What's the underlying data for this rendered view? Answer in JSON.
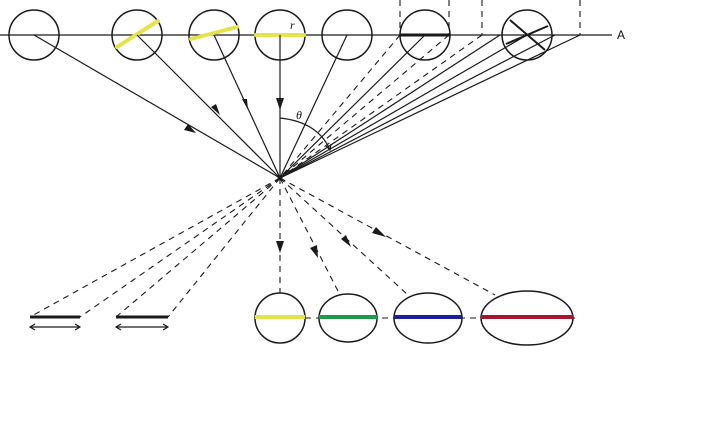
{
  "labels": {
    "axis": "A",
    "radius": "r",
    "angle": "θ"
  },
  "colors": {
    "ink": "#1a1a1a",
    "yellow": "#e6e34a",
    "green": "#1f9a4a",
    "blue": "#1c1f9c",
    "red": "#a8162e"
  }
}
